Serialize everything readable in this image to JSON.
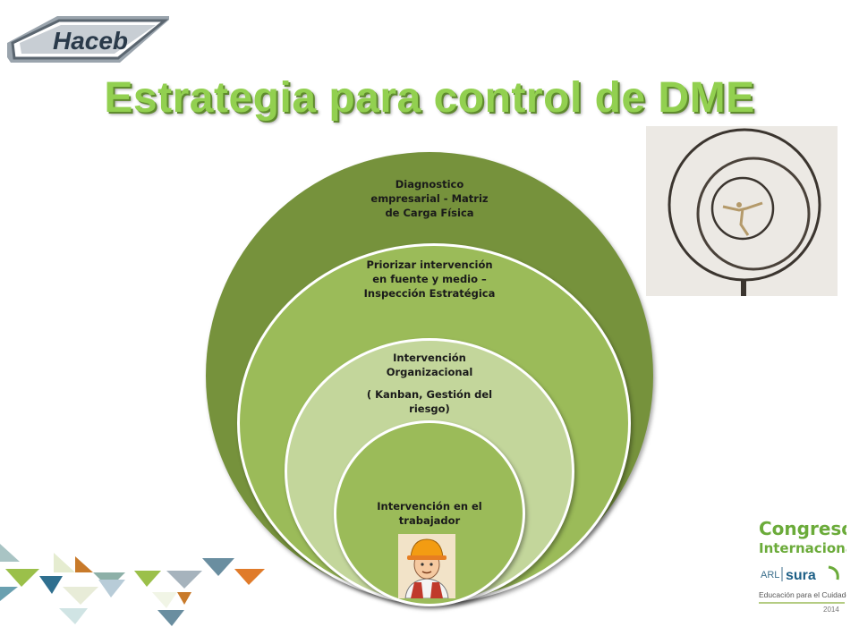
{
  "brand": {
    "logo_text": "Haceb"
  },
  "slide": {
    "title": "Estrategia para control de DME"
  },
  "circles": {
    "outer": "Diagnostico empresarial  - Matriz de Carga Física",
    "second": "Priorizar intervención en fuente y medio – Inspección Estratégica",
    "third_title": "Intervención Organizacional",
    "third_detail": "( Kanban, Gestión del riesgo)",
    "inner": "Intervención en el trabajador"
  },
  "event": {
    "line1": "Congreso",
    "line2": "Internacional",
    "arl": "ARL",
    "sura": "sura",
    "tagline": "Educación para el Cuidado",
    "year": "2014"
  },
  "colors": {
    "title": "#92d050",
    "outer_circle": "#76923c",
    "mid_circle": "#9bbb59",
    "light_circle": "#c3d69b"
  }
}
